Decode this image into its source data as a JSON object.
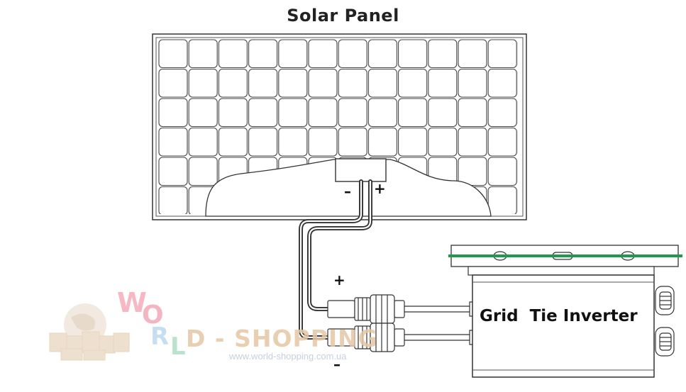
{
  "diagram": {
    "title": "Solar Panel",
    "inverter_label": "Grid  Tie Inverter",
    "panel_minus": "–",
    "panel_plus": "+",
    "connector_plus": "+",
    "connector_minus": "–",
    "colors": {
      "line": "#333333",
      "rail": "#1e9a4a",
      "watermark_o": "#f2a3b3",
      "watermark_l": "#a9dcc0",
      "watermark_w": "#f6a7b8",
      "watermark_text": "#e4c7a4"
    }
  },
  "watermark": {
    "brand_word": "D - SHOPPING",
    "url": "www.world-shopping.com.ua"
  }
}
